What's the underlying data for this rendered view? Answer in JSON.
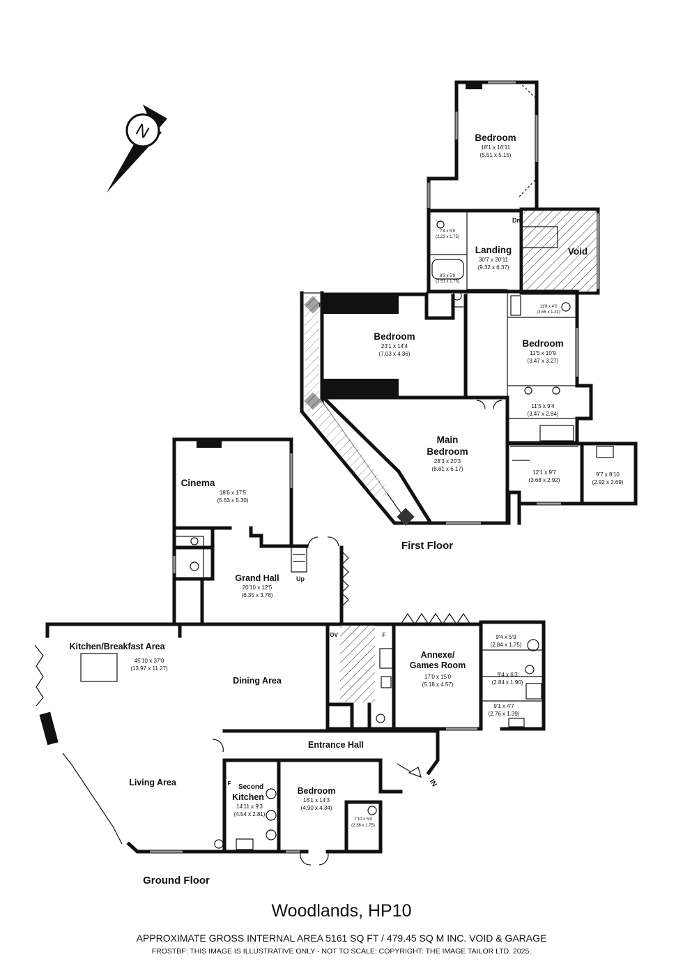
{
  "property": {
    "title": "Woodlands, HP10",
    "area": "APPROXIMATE GROSS INTERNAL AREA 5161 SQ FT / 479.45 SQ M INC. VOID & GARAGE",
    "copyright": "FROSTBF: THIS IMAGE IS ILLUSTRATIVE ONLY - NOT TO SCALE: COPYRIGHT: THE IMAGE TAILOR LTD. 2025."
  },
  "compass": {
    "label": "N",
    "icon": "north-arrow-icon"
  },
  "first_floor": {
    "label": "First Floor",
    "rooms": {
      "bedroom_top": {
        "name": "Bedroom",
        "imperial": "18'1 x 16'11",
        "metric": "(5.51 x 5.15)"
      },
      "ensuite_top": {
        "imperial": "7'4 x 5'9",
        "metric": "(2.23 x 1.75)"
      },
      "bath_top": {
        "imperial": "8'3 x 5'9",
        "metric": "(2.51 x 1.75)"
      },
      "landing": {
        "name": "Landing",
        "imperial": "30'7 x 20'11",
        "metric": "(9.32 x 6.37)"
      },
      "void": {
        "name": "Void",
        "stair": "Dn"
      },
      "bedroom_mid": {
        "name": "Bedroom",
        "imperial": "23'1 x 14'4",
        "metric": "(7.03 x 4.36)"
      },
      "shower_right": {
        "imperial": "11'8 x 4'0",
        "metric": "(3.55 x 1.21)"
      },
      "bedroom_right": {
        "name": "Bedroom",
        "imperial": "11'5 x 10'9",
        "metric": "(3.47 x 3.27)"
      },
      "bath_right": {
        "imperial": "11'5 x 9'4",
        "metric": "(3.47 x 2.84)"
      },
      "main_bedroom": {
        "name1": "Main",
        "name2": "Bedroom",
        "imperial": "28'3 x 20'3",
        "metric": "(8.61 x 6.17)"
      },
      "dressing": {
        "imperial": "12'1 x 9'7",
        "metric": "(3.68 x 2.92)"
      },
      "store": {
        "imperial": "9'7 x 8'10",
        "metric": "(2.92 x 2.69)"
      }
    }
  },
  "ground_floor": {
    "label": "Ground Floor",
    "rooms": {
      "cinema": {
        "name": "Cinema",
        "imperial": "18'6 x 17'5",
        "metric": "(5.63 x 5.30)"
      },
      "grand_hall": {
        "name": "Grand Hall",
        "imperial": "20'10 x 12'5",
        "metric": "(6.35 x 3.78)",
        "stair": "Up"
      },
      "kitchen": {
        "name": "Kitchen/Breakfast Area",
        "imperial": "45'10 x 37'0",
        "metric": "(13.97 x 11.27)"
      },
      "dining": {
        "name": "Dining Area"
      },
      "living": {
        "name": "Living Area"
      },
      "annexe": {
        "name1": "Annexe/",
        "name2": "Games Room",
        "imperial": "17'0 x 15'0",
        "metric": "(5.18 x 4.57)"
      },
      "annexe_r1": {
        "imperial": "9'4 x 5'9",
        "metric": "(2.84 x 1.75)"
      },
      "annexe_r2": {
        "imperial": "9'4 x 6'3",
        "metric": "(2.84 x 1.90)"
      },
      "annexe_r3": {
        "imperial": "9'1 x 4'7",
        "metric": "(2.76 x 1.39)"
      },
      "entrance_hall": {
        "name": "Entrance Hall",
        "entry": "IN"
      },
      "second_kitchen": {
        "name1": "Second",
        "name2": "Kitchen",
        "imperial": "14'11 x 9'3",
        "metric": "(4.54 x 2.81)"
      },
      "bedroom_gf": {
        "name": "Bedroom",
        "imperial": "16'1 x 14'3",
        "metric": "(4.90 x 4.34)"
      },
      "ensuite_gf": {
        "imperial": "7'10 x 5'9",
        "metric": "(2.38 x 1.75)"
      }
    },
    "tags": {
      "oven": "OV",
      "fridge": "F",
      "fridge2": "F"
    }
  }
}
